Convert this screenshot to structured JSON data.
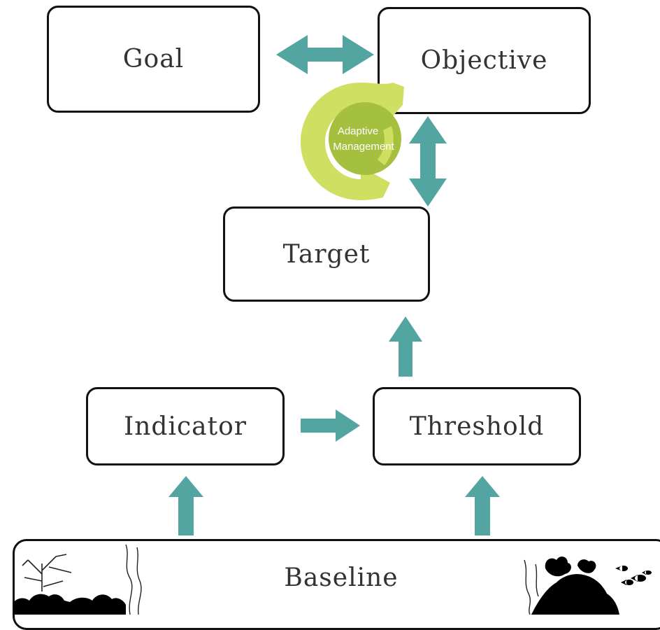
{
  "nodes": {
    "goal": "Goal",
    "objective": "Objective",
    "target": "Target",
    "indicator": "Indicator",
    "threshold": "Threshold",
    "baseline": "Baseline"
  },
  "cycle": {
    "line1": "Adaptive",
    "line2": "Management"
  },
  "colors": {
    "arrow": "#52a5a1",
    "cycle_outer": "#cfdf62",
    "cycle_inner": "#a5bf3e",
    "border": "#111111",
    "silhouette": "#000000"
  }
}
